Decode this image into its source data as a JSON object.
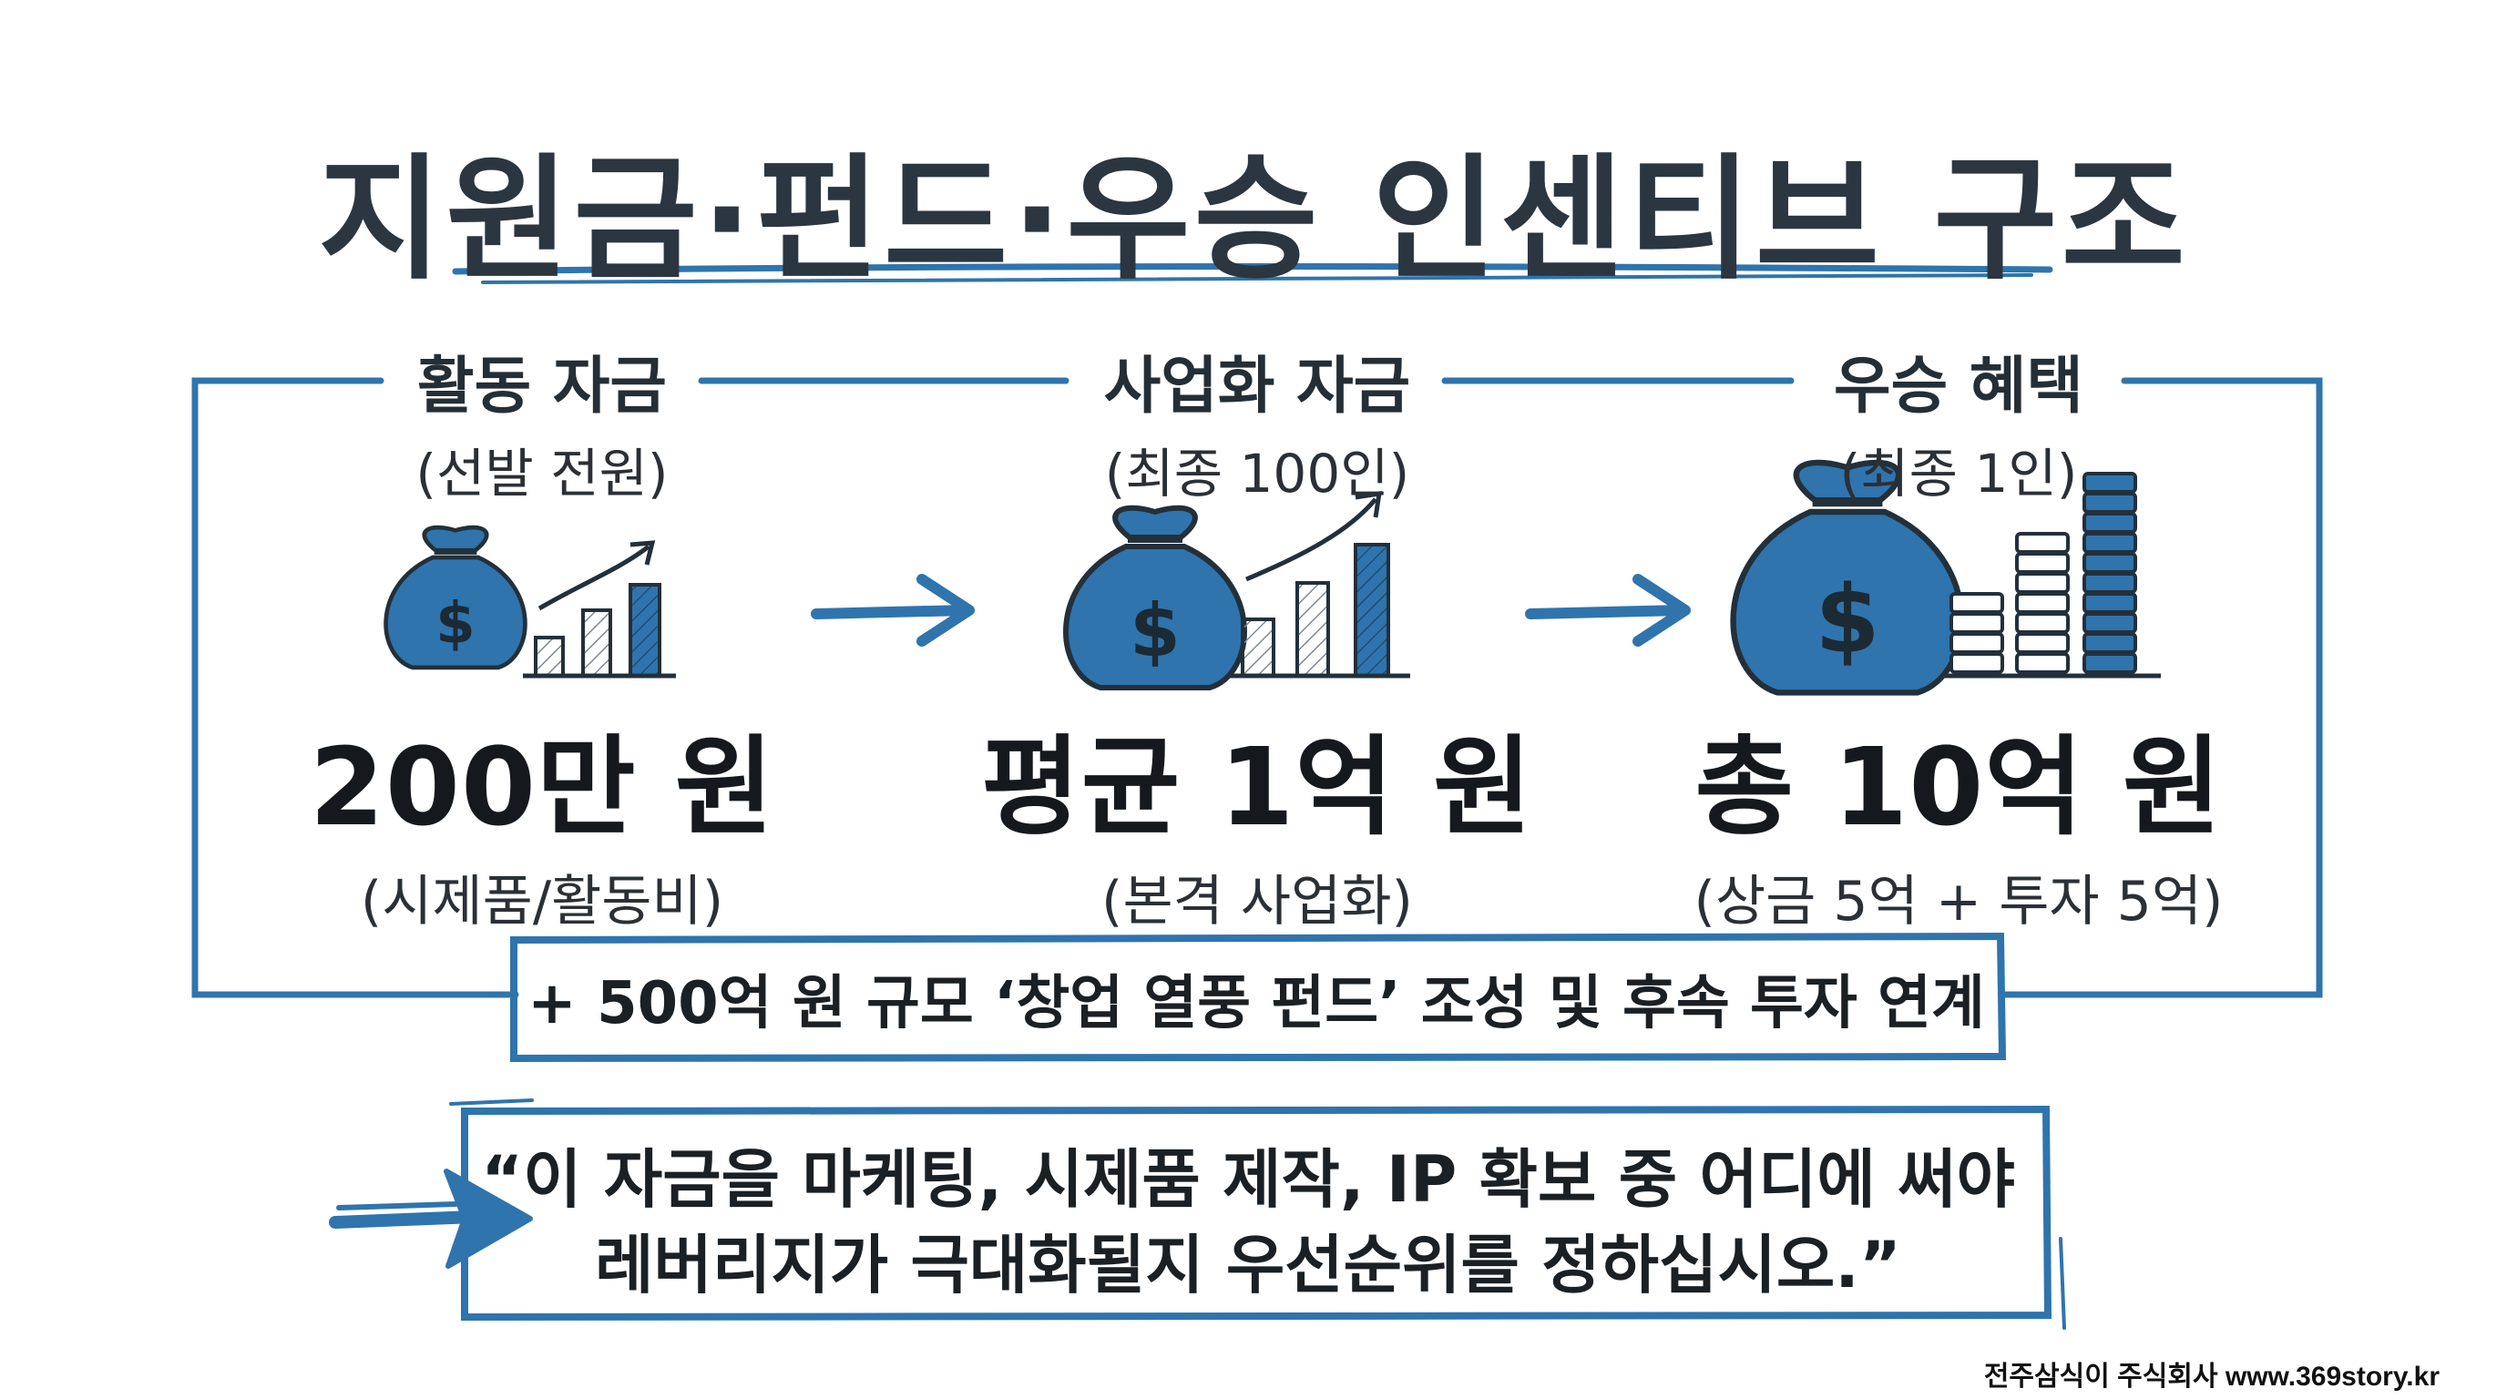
{
  "title": "지원금·펀드·우승 인센티브 구조",
  "stages": [
    {
      "title": "활동 자금",
      "subtitle": "(선발 전원)",
      "amount": "200만 원",
      "note": "(시제품/활동비)"
    },
    {
      "title": "사업화 자금",
      "subtitle": "(최종 100인)",
      "amount": "평균 1억 원",
      "note": "(본격 사업화)"
    },
    {
      "title": "우승 혜택",
      "subtitle": "(최종 1인)",
      "amount": "총 10억 원",
      "note": "(상금 5억 + 투자 5억)"
    }
  ],
  "fund": "+ 500억 원 규모 ‘창업 열풍 펀드’ 조성 및 후속 투자 연계",
  "quote": {
    "line1": "“이 자금을 마케팅, 시제품 제작, IP 확보 중 어디에 써야",
    "line2": "레버리지가 극대화될지 우선순위를 정하십시오.”"
  },
  "credit": "전주삼식이 주식회사 www.369story.kr",
  "colors": {
    "accent": "#2f74ad",
    "ink": "#2b3640",
    "text": "#15191d"
  },
  "icons": [
    "money-bag-icon",
    "growth-bar-chart-icon",
    "arrow-right-icon",
    "coin-stack-icon"
  ]
}
